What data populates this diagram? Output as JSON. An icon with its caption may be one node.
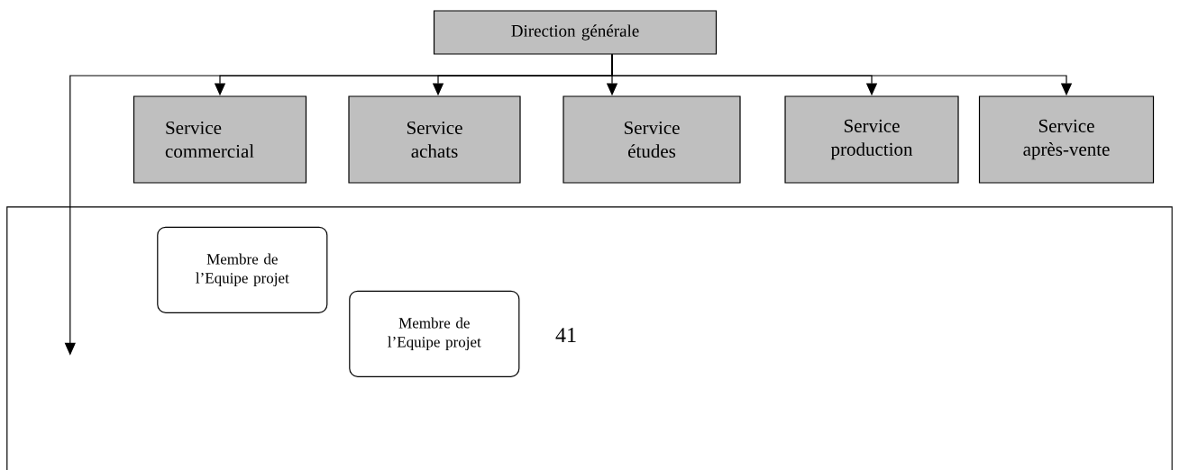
{
  "diagram": {
    "nodes": [
      {
        "text": [
          "Direction générale"
        ]
      },
      {
        "text": [
          "Service commercial"
        ]
      },
      {
        "text": [
          "Service achats"
        ]
      },
      {
        "text": [
          "Service études"
        ]
      },
      {
        "text": [
          "Service production"
        ]
      },
      {
        "text": [
          "Service après-vente"
        ]
      },
      {
        "text": [],
        "shape": "box"
      },
      {
        "text": [
          "Membre de l’Equipe projet"
        ],
        "in": 6
      },
      {
        "text": [
          "Membre de l’Equipe projet"
        ],
        "in": 6
      }
    ],
    "edges": [
      {
        "from": 0,
        "to": 1,
        "arrow": "to"
      },
      {
        "from": 0,
        "to": 2,
        "arrow": "to"
      },
      {
        "from": 0,
        "to": 3,
        "arrow": "to"
      },
      {
        "from": 0,
        "to": 4,
        "arrow": "to"
      },
      {
        "from": 0,
        "to": 5,
        "arrow": "to"
      },
      {
        "from": 0,
        "to": 6,
        "arrow": "to"
      }
    ],
    "labels": [
      "41"
    ]
  }
}
